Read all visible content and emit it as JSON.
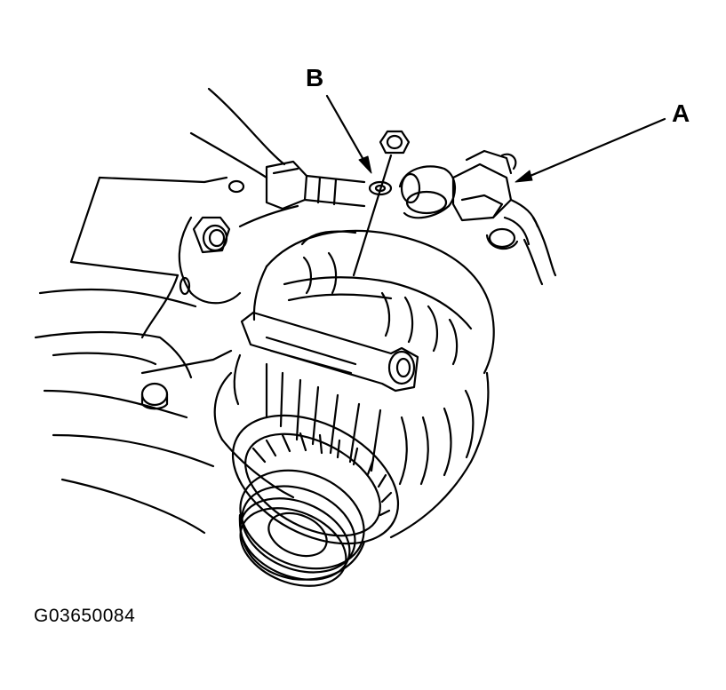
{
  "callouts": {
    "a": "A",
    "b": "B"
  },
  "figure_id": "G03650084",
  "colors": {
    "ink": "#000000",
    "paper": "#ffffff"
  }
}
